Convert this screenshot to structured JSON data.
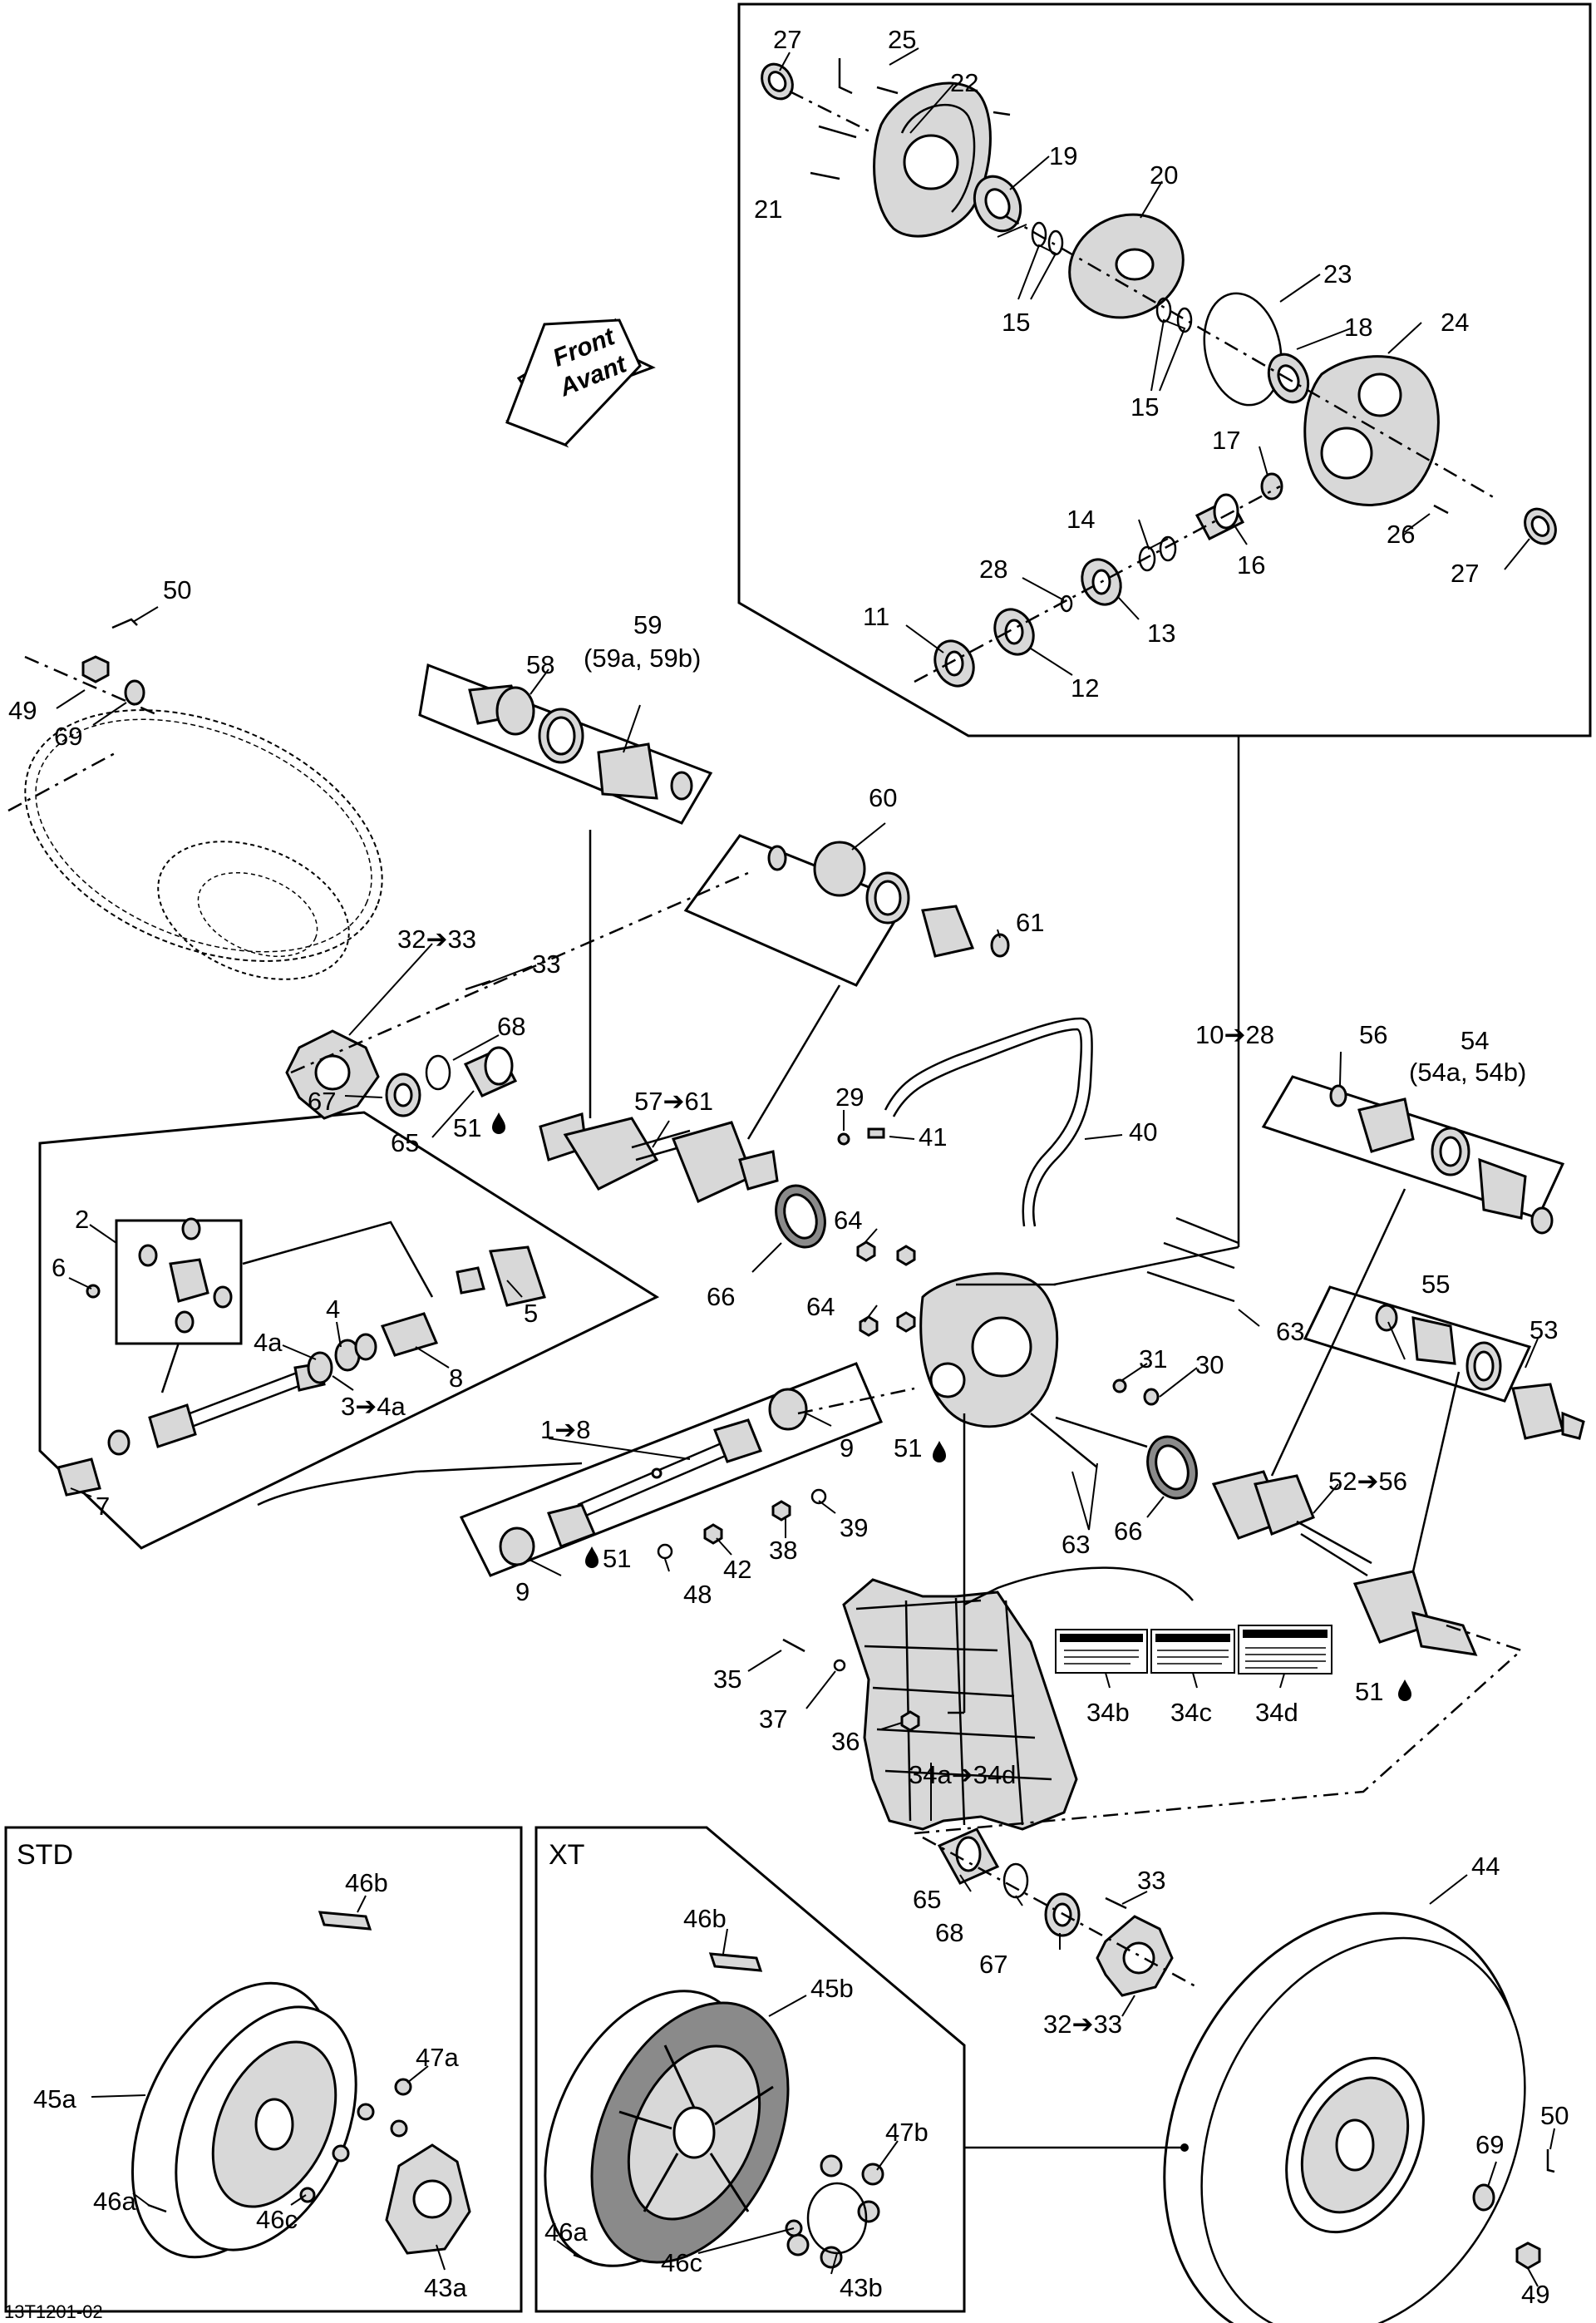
{
  "diagram": {
    "front_arrow": {
      "line1": "Front",
      "line2": "Avant"
    },
    "footer_code": "13T1201-02",
    "sections": {
      "std": "STD",
      "xt": "XT"
    },
    "callouts": [
      {
        "id": "c-27a",
        "text": "27"
      },
      {
        "id": "c-25",
        "text": "25"
      },
      {
        "id": "c-22",
        "text": "22"
      },
      {
        "id": "c-19",
        "text": "19"
      },
      {
        "id": "c-20",
        "text": "20"
      },
      {
        "id": "c-21",
        "text": "21"
      },
      {
        "id": "c-15a",
        "text": "15"
      },
      {
        "id": "c-15b",
        "text": "15"
      },
      {
        "id": "c-23",
        "text": "23"
      },
      {
        "id": "c-18",
        "text": "18"
      },
      {
        "id": "c-24",
        "text": "24"
      },
      {
        "id": "c-17",
        "text": "17"
      },
      {
        "id": "c-14",
        "text": "14"
      },
      {
        "id": "c-16",
        "text": "16"
      },
      {
        "id": "c-26",
        "text": "26"
      },
      {
        "id": "c-27b",
        "text": "27"
      },
      {
        "id": "c-28",
        "text": "28"
      },
      {
        "id": "c-11",
        "text": "11"
      },
      {
        "id": "c-13",
        "text": "13"
      },
      {
        "id": "c-12",
        "text": "12"
      },
      {
        "id": "c-50a",
        "text": "50"
      },
      {
        "id": "c-49a",
        "text": "49"
      },
      {
        "id": "c-69a",
        "text": "69"
      },
      {
        "id": "c-59",
        "text": "59"
      },
      {
        "id": "c-59ab",
        "text": "(59a, 59b)"
      },
      {
        "id": "c-58",
        "text": "58"
      },
      {
        "id": "c-60",
        "text": "60"
      },
      {
        "id": "c-61",
        "text": "61"
      },
      {
        "id": "c-32-33a",
        "text": "32➔33"
      },
      {
        "id": "c-33a",
        "text": "33"
      },
      {
        "id": "c-68a",
        "text": "68"
      },
      {
        "id": "c-67a",
        "text": "67"
      },
      {
        "id": "c-65a",
        "text": "65"
      },
      {
        "id": "c-51a",
        "text": "51"
      },
      {
        "id": "c-57-61",
        "text": "57➔61"
      },
      {
        "id": "c-29",
        "text": "29"
      },
      {
        "id": "c-41",
        "text": "41"
      },
      {
        "id": "c-40",
        "text": "40"
      },
      {
        "id": "c-10-28",
        "text": "10➔28"
      },
      {
        "id": "c-56",
        "text": "56"
      },
      {
        "id": "c-54",
        "text": "54"
      },
      {
        "id": "c-54ab",
        "text": "(54a, 54b)"
      },
      {
        "id": "c-2",
        "text": "2"
      },
      {
        "id": "c-6",
        "text": "6"
      },
      {
        "id": "c-5",
        "text": "5"
      },
      {
        "id": "c-4",
        "text": "4"
      },
      {
        "id": "c-4a",
        "text": "4a"
      },
      {
        "id": "c-8",
        "text": "8"
      },
      {
        "id": "c-3-4a",
        "text": "3➔4a"
      },
      {
        "id": "c-7",
        "text": "7"
      },
      {
        "id": "c-64a",
        "text": "64"
      },
      {
        "id": "c-66a",
        "text": "66"
      },
      {
        "id": "c-64b",
        "text": "64"
      },
      {
        "id": "c-63a",
        "text": "63"
      },
      {
        "id": "c-55",
        "text": "55"
      },
      {
        "id": "c-53",
        "text": "53"
      },
      {
        "id": "c-31",
        "text": "31"
      },
      {
        "id": "c-30",
        "text": "30"
      },
      {
        "id": "c-1-8",
        "text": "1➔8"
      },
      {
        "id": "c-9a",
        "text": "9"
      },
      {
        "id": "c-51b",
        "text": "51"
      },
      {
        "id": "c-39",
        "text": "39"
      },
      {
        "id": "c-38",
        "text": "38"
      },
      {
        "id": "c-42",
        "text": "42"
      },
      {
        "id": "c-9b",
        "text": "9"
      },
      {
        "id": "c-51c",
        "text": "51"
      },
      {
        "id": "c-48",
        "text": "48"
      },
      {
        "id": "c-63b",
        "text": "63"
      },
      {
        "id": "c-66b",
        "text": "66"
      },
      {
        "id": "c-52-56",
        "text": "52➔56"
      },
      {
        "id": "c-35",
        "text": "35"
      },
      {
        "id": "c-37",
        "text": "37"
      },
      {
        "id": "c-36",
        "text": "36"
      },
      {
        "id": "c-34b",
        "text": "34b"
      },
      {
        "id": "c-34c",
        "text": "34c"
      },
      {
        "id": "c-34d",
        "text": "34d"
      },
      {
        "id": "c-34a-34d",
        "text": "34a➔34d"
      },
      {
        "id": "c-51d",
        "text": "51"
      },
      {
        "id": "c-46b-std",
        "text": "46b"
      },
      {
        "id": "c-47a",
        "text": "47a"
      },
      {
        "id": "c-45a",
        "text": "45a"
      },
      {
        "id": "c-46a-std",
        "text": "46a"
      },
      {
        "id": "c-46c-std",
        "text": "46c"
      },
      {
        "id": "c-43a",
        "text": "43a"
      },
      {
        "id": "c-46b-xt",
        "text": "46b"
      },
      {
        "id": "c-45b",
        "text": "45b"
      },
      {
        "id": "c-47b",
        "text": "47b"
      },
      {
        "id": "c-46a-xt",
        "text": "46a"
      },
      {
        "id": "c-46c-xt",
        "text": "46c"
      },
      {
        "id": "c-43b",
        "text": "43b"
      },
      {
        "id": "c-65b",
        "text": "65"
      },
      {
        "id": "c-68b",
        "text": "68"
      },
      {
        "id": "c-33b",
        "text": "33"
      },
      {
        "id": "c-67b",
        "text": "67"
      },
      {
        "id": "c-32-33b",
        "text": "32➔33"
      },
      {
        "id": "c-44",
        "text": "44"
      },
      {
        "id": "c-69b",
        "text": "69"
      },
      {
        "id": "c-50b",
        "text": "50"
      },
      {
        "id": "c-49b",
        "text": "49"
      }
    ]
  }
}
